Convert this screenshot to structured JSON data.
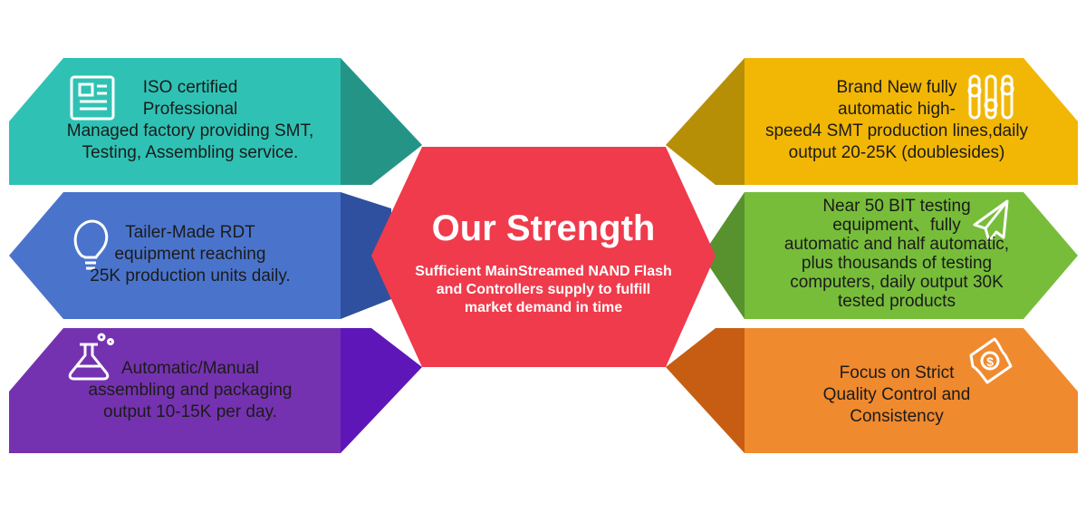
{
  "center": {
    "title": "Our Strength",
    "subtitle": [
      "Sufficient MainStreamed NAND Flash",
      "and Controllers supply to fulfill",
      "market demand in time"
    ],
    "color": "#ef3b4c"
  },
  "items": [
    {
      "icon": "newspaper-icon",
      "color": "#2fc2b4",
      "lines": [
        "ISO certified",
        "Professional",
        "Managed factory providing SMT,",
        "Testing, Assembling service."
      ]
    },
    {
      "icon": "light-bulb-icon",
      "color": "#4a74cc",
      "lines": [
        "Tailer-Made RDT",
        "equipment reaching",
        "25K production units daily."
      ]
    },
    {
      "icon": "flask-icon",
      "color": "#7532b0",
      "lines": [
        "Automatic/Manual",
        "assembling and packaging",
        "output 10-15K per day."
      ]
    },
    {
      "icon": "sliders-icon",
      "color": "#f2b705",
      "lines": [
        "Brand New fully",
        "automatic high-",
        "speed4 SMT production lines,daily",
        "output 20-25K (doublesides)"
      ]
    },
    {
      "icon": "paper-plane-icon",
      "color": "#77bd3a",
      "lines": [
        "Near 50 BIT testing",
        "equipment、fully",
        "automatic and half automatic,",
        "plus thousands of testing",
        "computers, daily output 30K",
        "tested products"
      ]
    },
    {
      "icon": "money-icon",
      "color": "#f08a2e",
      "lines": [
        "Focus on Strict",
        "Quality Control and",
        "Consistency"
      ]
    }
  ]
}
